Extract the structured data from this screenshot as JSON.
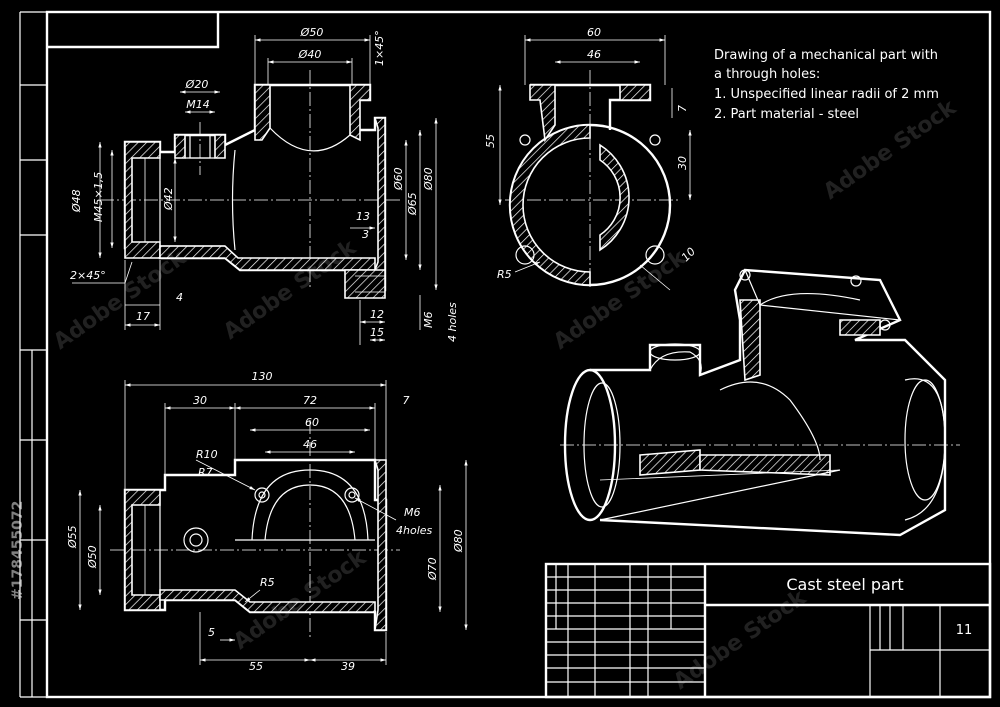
{
  "notes": {
    "line1": "Drawing of a mechanical part with",
    "line2": "a through holes:",
    "line3": "1. Unspecified linear radii of 2 mm",
    "line4": "2. Part material - steel"
  },
  "title_block": {
    "title": "Cast steel part",
    "sheet": "11"
  },
  "watermark": {
    "brand": "Adobe Stock",
    "id": "#178455072"
  },
  "front_view": {
    "d50": "Ø50",
    "d40": "Ø40",
    "chamfer": "1×45°",
    "d20": "Ø20",
    "m14": "M14",
    "d48": "Ø48",
    "m45": "M45×1,5",
    "d42": "Ø42",
    "d60": "Ø60",
    "d65": "Ø65",
    "d80": "Ø80",
    "d13": "13",
    "d3": "3",
    "c2x45": "2×45°",
    "d4": "4",
    "d17": "17",
    "d12": "12",
    "d15": "15",
    "m6": "M6",
    "holes": "4 holes"
  },
  "side_view": {
    "d60": "60",
    "d46": "46",
    "d55": "55",
    "d7": "7",
    "d30": "30",
    "d10": "10",
    "r5": "R5"
  },
  "top_view": {
    "d130": "130",
    "d30": "30",
    "d72": "72",
    "d7": "7",
    "d60": "60",
    "d46": "46",
    "r10": "R10",
    "r7": "R7",
    "m6": "M6",
    "holes": "4holes",
    "d55": "Ø55",
    "d50": "Ø50",
    "d70": "Ø70",
    "d80": "Ø80",
    "r5": "R5",
    "d5": "5",
    "d55b": "55",
    "d39": "39"
  },
  "colors": {
    "background": "#000000",
    "lines": "#ffffff"
  }
}
